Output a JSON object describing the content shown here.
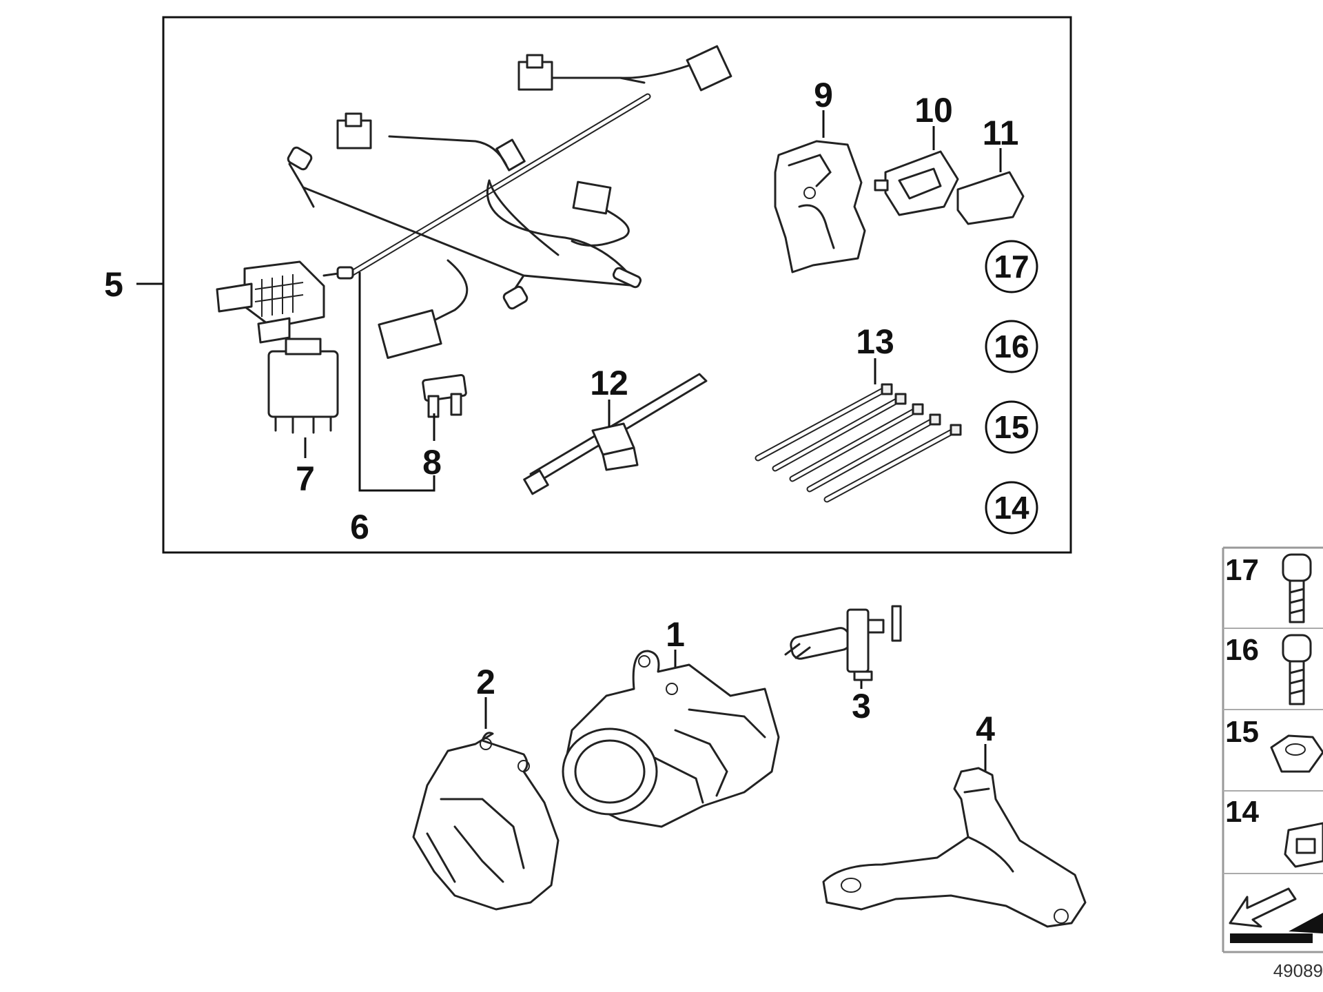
{
  "callouts": {
    "p1": "1",
    "p2": "2",
    "p3": "3",
    "p4": "4",
    "p5": "5",
    "p6": "6",
    "p7": "7",
    "p8": "8",
    "p9": "9",
    "p10": "10",
    "p11": "11",
    "p12": "12",
    "p13": "13"
  },
  "circled_callouts": {
    "c17": "17",
    "c16": "16",
    "c15": "15",
    "c14": "14"
  },
  "side_panel": {
    "s17": "17",
    "s16": "16",
    "s15": "15",
    "s14": "14"
  },
  "reference_number": "49089"
}
